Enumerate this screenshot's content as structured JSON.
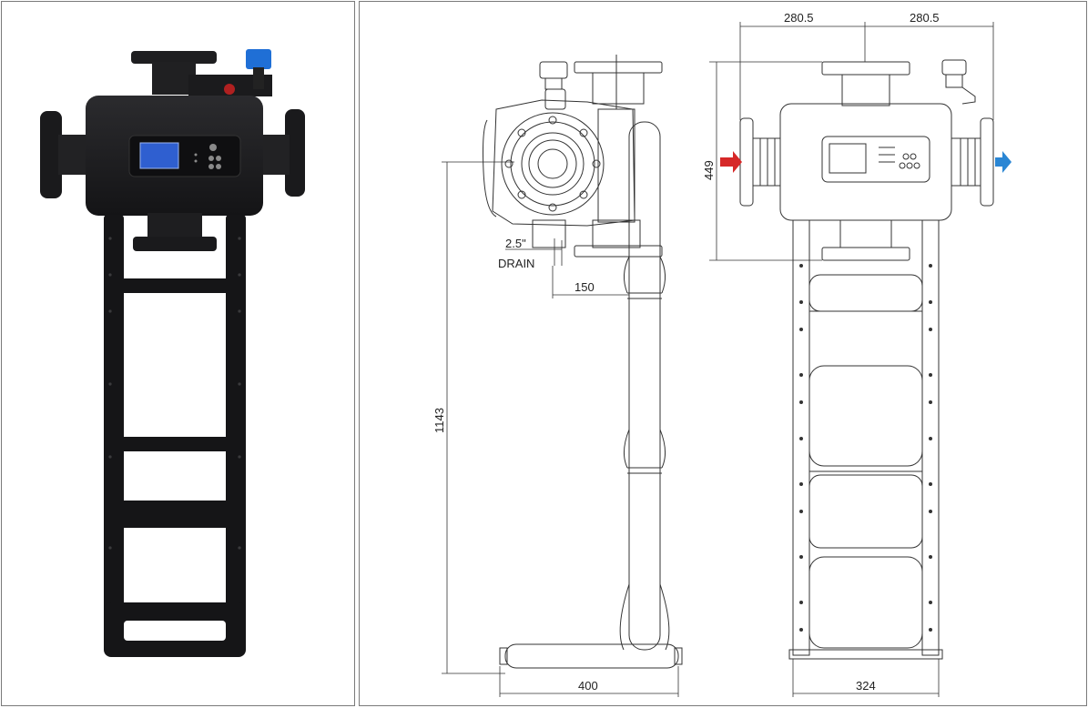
{
  "drawing": {
    "dimensions": {
      "half_width_left": "280.5",
      "half_width_right": "280.5",
      "height_body": "449",
      "drain_size": "2.5\"",
      "drain_label": "DRAIN",
      "drain_offset": "150",
      "total_height": "1143",
      "base_depth": "400",
      "frame_width": "324"
    }
  },
  "colors": {
    "product_body": "#1c1c1e",
    "display_blue": "#2f5fd0",
    "valve_blue": "#1f6fd6",
    "inlet_arrow": "#d62828",
    "outlet_arrow": "#2a86d4",
    "line": "#333333"
  }
}
